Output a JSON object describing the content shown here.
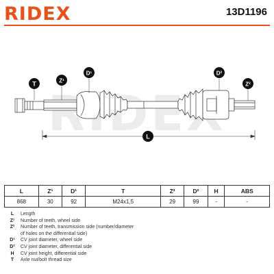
{
  "header": {
    "brand": "RIDEX",
    "part_number": "13D1196"
  },
  "colors": {
    "brand_orange": "#e8511a",
    "line": "#333333",
    "callout_circle": "#111111",
    "watermark": "#e6e6e6"
  },
  "drawing": {
    "callouts": {
      "t": "T",
      "z1": "Z¹",
      "d1": "D¹",
      "d2": "D²",
      "z2": "Z²",
      "l": "L"
    },
    "watermark_text": "RIDEX"
  },
  "table": {
    "headers": [
      "L",
      "Z¹",
      "D¹",
      "T",
      "Z²",
      "D²",
      "H",
      "ABS"
    ],
    "values": [
      "868",
      "30",
      "92",
      "M24x1,5",
      "29",
      "99",
      "-",
      "-"
    ]
  },
  "legend": [
    {
      "key": "L",
      "text": "Length"
    },
    {
      "key": "Z¹",
      "text": "Number of teeth, wheel side"
    },
    {
      "key": "Z²",
      "text": "Number of teeth, transmission side (number/diameter"
    },
    {
      "key": "",
      "text": "of holes on the differential side)"
    },
    {
      "key": "D¹",
      "text": "CV joint diameter, wheel side"
    },
    {
      "key": "D²",
      "text": "CV joint diameter, differential side"
    },
    {
      "key": "H",
      "text": "CV joint height, differential side"
    },
    {
      "key": "T",
      "text": "Axle nut/bolt thread size"
    }
  ]
}
